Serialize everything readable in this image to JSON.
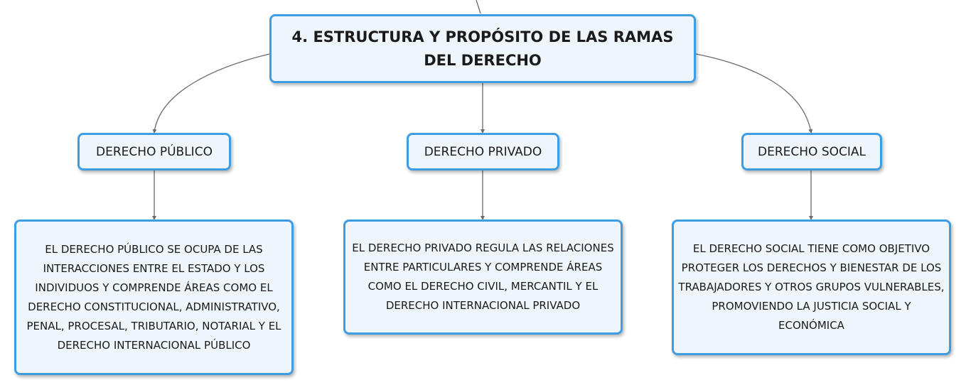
{
  "root": {
    "title": "4. ESTRUCTURA Y PROPÓSITO DE LAS RAMAS DEL DERECHO"
  },
  "branches": [
    {
      "label": "DERECHO PÚBLICO",
      "description": "EL DERECHO PÚBLICO SE OCUPA DE LAS INTERACCIONES ENTRE EL ESTADO Y LOS INDIVIDUOS Y COMPRENDE ÁREAS COMO EL DERECHO CONSTITUCIONAL, ADMINISTRATIVO, PENAL, PROCESAL, TRIBUTARIO, NOTARIAL Y EL DERECHO INTERNACIONAL PÚBLICO"
    },
    {
      "label": "DERECHO PRIVADO",
      "description": "EL DERECHO PRIVADO REGULA LAS RELACIONES ENTRE PARTICULARES Y COMPRENDE ÁREAS COMO EL DERECHO CIVIL, MERCANTIL Y EL DERECHO INTERNACIONAL PRIVADO"
    },
    {
      "label": "DERECHO SOCIAL",
      "description": "EL DERECHO SOCIAL TIENE COMO OBJETIVO PROTEGER LOS DERECHOS Y BIENESTAR DE LOS TRABAJADORES Y OTROS GRUPOS VULNERABLES, PROMOVIENDO LA JUSTICIA SOCIAL Y ECONÓMICA"
    }
  ],
  "colors": {
    "node_border": "#3f9ee3",
    "node_fill": "#eef6fc",
    "connector": "#6b6b6b"
  }
}
